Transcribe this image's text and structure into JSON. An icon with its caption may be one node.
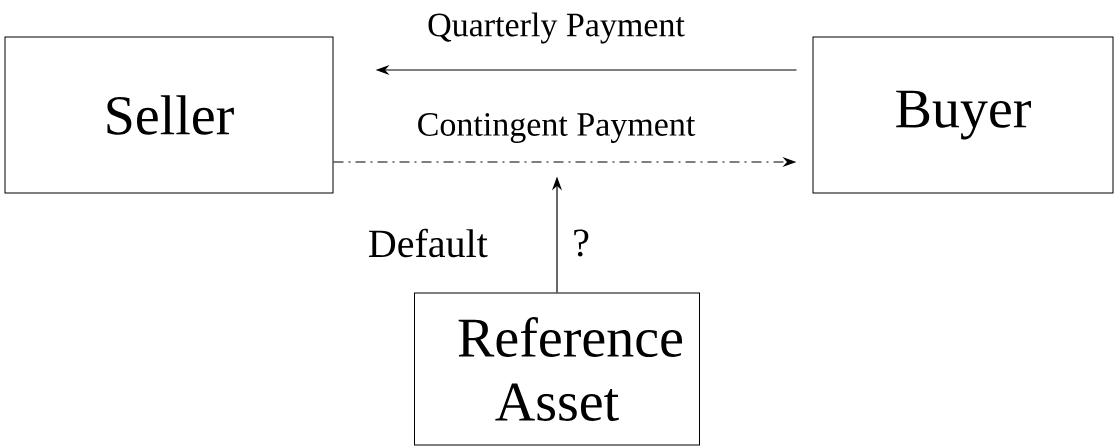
{
  "diagram": {
    "nodes": [
      {
        "text": [
          "Seller"
        ]
      },
      {
        "text": [
          "Buyer"
        ]
      },
      {
        "text": [
          "Reference Asset"
        ]
      }
    ],
    "edges": [
      {
        "from": 1,
        "to": 0,
        "arrow": "to",
        "label": "Quarterly Payment"
      },
      {
        "from": 0,
        "to": 1,
        "arrow": "to",
        "label": "Contingent Payment",
        "style": "dashed"
      },
      {
        "from": 2,
        "to": null,
        "arrow": "to"
      }
    ],
    "labels": [
      "Default",
      "?"
    ]
  }
}
